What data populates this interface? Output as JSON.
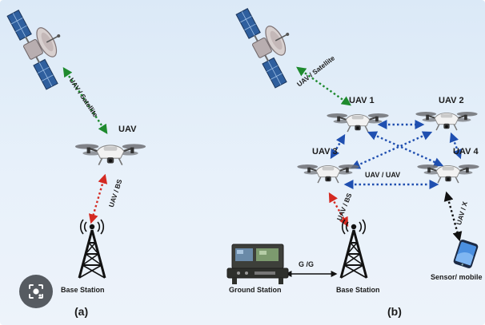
{
  "panel_a": {
    "label": "(a)",
    "uav_label": "UAV",
    "link_uav_satellite": "UAV / Satellite",
    "link_uav_bs": "UAV / BS",
    "base_station": "Base Station"
  },
  "panel_b": {
    "label": "(b)",
    "link_uav_satellite": "UAV / Satellite",
    "uav1": "UAV 1",
    "uav2": "UAV 2",
    "uav3": "UAV 3",
    "uav4": "UAV 4",
    "link_uav_uav": "UAV / UAV",
    "link_uav_bs": "UAV / BS",
    "link_uav_x": "UAV / X",
    "link_gg": "G /G",
    "ground_station": "Ground Station",
    "base_station": "Base Station",
    "sensor_mobile": "Sensor/ mobile"
  },
  "colors": {
    "satellite_link": "#1e8a2e",
    "bs_link": "#d42a22",
    "uav_uav_link": "#1f4fb0",
    "uav_x_link": "#111111",
    "ground_link": "#111111"
  },
  "icons": {
    "satellite": "satellite-icon",
    "drone": "drone-icon",
    "tower": "cell-tower-icon",
    "ground_station": "ground-station-icon",
    "mobile": "mobile-phone-icon",
    "lens": "lens-search-icon"
  }
}
